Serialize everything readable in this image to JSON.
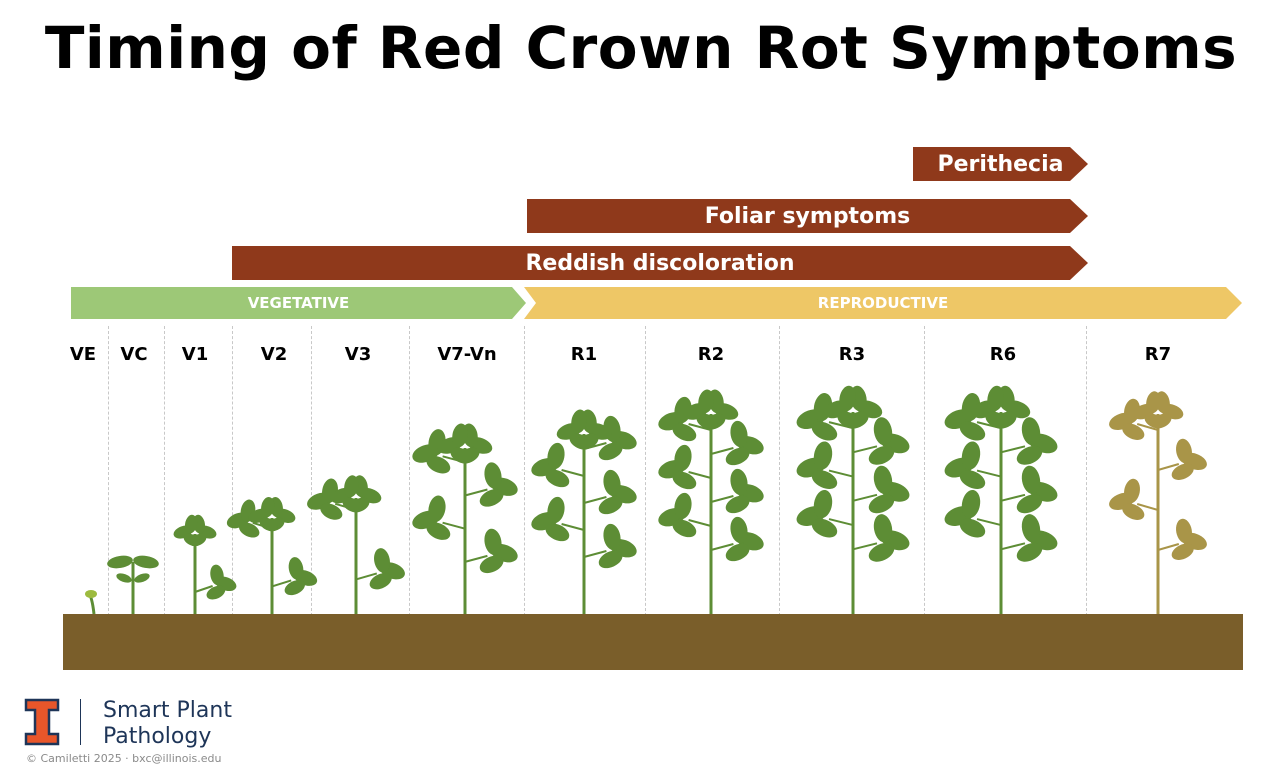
{
  "title": "Timing of Red Crown Rot Symptoms",
  "symptom_arrows": {
    "perithecia": "Perithecia",
    "foliar": "Foliar symptoms",
    "reddish": "Reddish discoloration"
  },
  "phases": {
    "vegetative": "VEGETATIVE",
    "reproductive": "REPRODUCTIVE"
  },
  "stages": [
    "VE",
    "VC",
    "V1",
    "V2",
    "V3",
    "V7-Vn",
    "R1",
    "R2",
    "R3",
    "R6",
    "R7"
  ],
  "colors": {
    "symptom_arrow": "#8f391b",
    "vegetative": "#9dc877",
    "reproductive": "#eec766",
    "soil": "#7a5e2a",
    "leaf": "#5d8d35",
    "senescent_leaf": "#a99548",
    "brand": "#1e3558",
    "logo_orange": "#e8562a"
  },
  "branding": {
    "line1": "Smart Plant",
    "line2": "Pathology",
    "credit": "© Camiletti 2025 · bxc@illinois.edu"
  }
}
